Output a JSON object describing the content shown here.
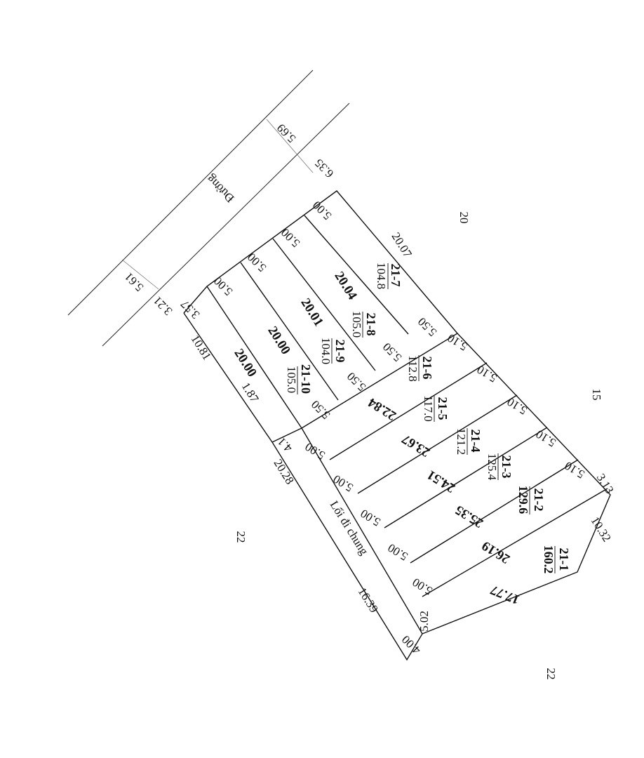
{
  "road": {
    "label": "Đường",
    "widths": [
      "5.69",
      "6.35",
      "5.61",
      "3.21"
    ]
  },
  "neighbors": [
    "20",
    "15",
    "22",
    "22"
  ],
  "common_path": {
    "label": "Lối đi chung"
  },
  "lots": [
    {
      "id": "21-7",
      "area": "104.8",
      "depth": "20.07",
      "front": "5.00",
      "back": "5.50"
    },
    {
      "id": "21-8",
      "area": "105.0",
      "depth": "20.04",
      "front": "5.00",
      "back": "5.50"
    },
    {
      "id": "21-9",
      "area": "104.0",
      "depth": "20.01",
      "front": "5.00",
      "back": "5.50"
    },
    {
      "id": "21-10",
      "area": "105.0",
      "depth": "20.00",
      "front": "5.00",
      "back": "5.50"
    },
    {
      "id": "21-6",
      "area": "112.8",
      "depth": "22.84",
      "front": "5.00",
      "back": "5.10"
    },
    {
      "id": "21-5",
      "area": "117.0",
      "depth": "23.67",
      "front": "5.00",
      "back": "5.10"
    },
    {
      "id": "21-4",
      "area": "121.2",
      "depth": "24.51",
      "front": "5.00",
      "back": "5.10"
    },
    {
      "id": "21-3",
      "area": "125.4",
      "depth": "25.35",
      "front": "5.00",
      "back": "5.10"
    },
    {
      "id": "21-2",
      "area": "129.6",
      "depth": "26.19",
      "front": "5.00",
      "back": "5.10"
    },
    {
      "id": "21-1",
      "area": "160.2",
      "depth": "17.77",
      "front": "5.02",
      "back": "3.13"
    }
  ],
  "edges": [
    "10.81",
    "1.87",
    "20.28",
    "16.39",
    "4.00",
    "10.32",
    "4.1",
    "20.00",
    "3.57"
  ]
}
